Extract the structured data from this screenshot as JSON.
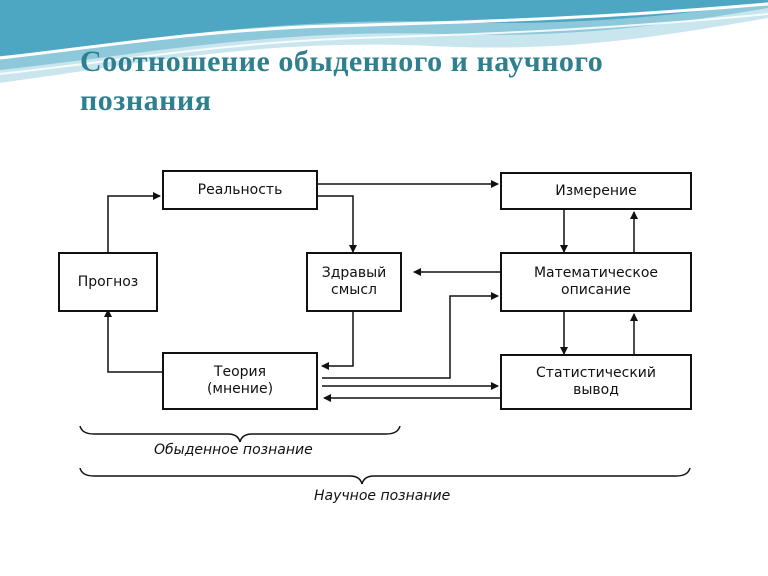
{
  "slide": {
    "title_line1": "Соотношение обыденного и научного",
    "title_line2": "познания",
    "title_color": "#2f7f8f"
  },
  "diagram": {
    "nodes": {
      "reality": "Реальность",
      "forecast": "Прогноз",
      "common_sense": "Здравый\nсмысл",
      "theory": "Теория\n(мнение)",
      "measurement": "Измерение",
      "math_description": "Математическое\nописание",
      "statistical_inference": "Статистический\nвывод"
    },
    "brackets": {
      "everyday_knowledge": "Обыденное познание",
      "scientific_knowledge": "Научное познание"
    }
  }
}
